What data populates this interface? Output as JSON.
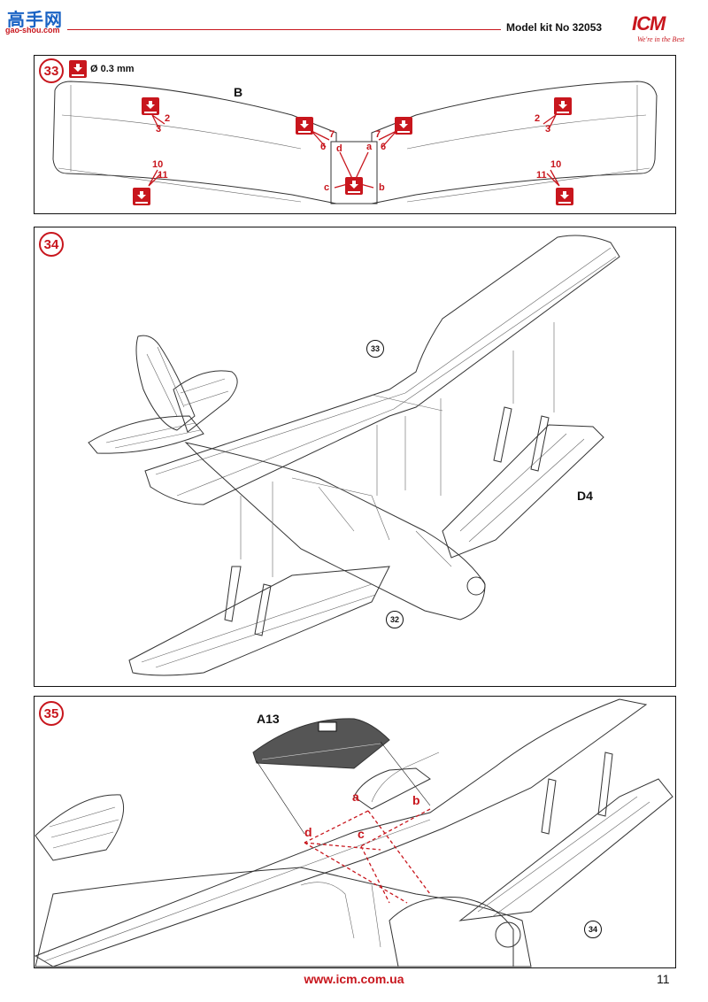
{
  "header": {
    "watermark_top": "高手网",
    "watermark_bottom": "gao-shou.com",
    "kit_title": "Model kit No 32053",
    "brand": "ICM",
    "slogan": "We're in the Best"
  },
  "step33": {
    "number": "33",
    "drill_spec": "Ø 0.3 mm",
    "part": "B",
    "labels": [
      "2",
      "3",
      "7",
      "6",
      "d",
      "a",
      "7",
      "6",
      "2",
      "3",
      "10",
      "11",
      "c",
      "b",
      "10",
      "11"
    ]
  },
  "step34": {
    "number": "34",
    "ref_top": "33",
    "ref_bottom": "32",
    "part": "D4"
  },
  "step35": {
    "number": "35",
    "part": "A13",
    "labels": {
      "a": "a",
      "b": "b",
      "c": "c",
      "d": "d"
    },
    "ref": "34"
  },
  "footer": {
    "url": "www.icm.com.ua",
    "page": "11"
  },
  "colors": {
    "accent_red": "#c8161d",
    "watermark_blue": "#1a63c4"
  }
}
